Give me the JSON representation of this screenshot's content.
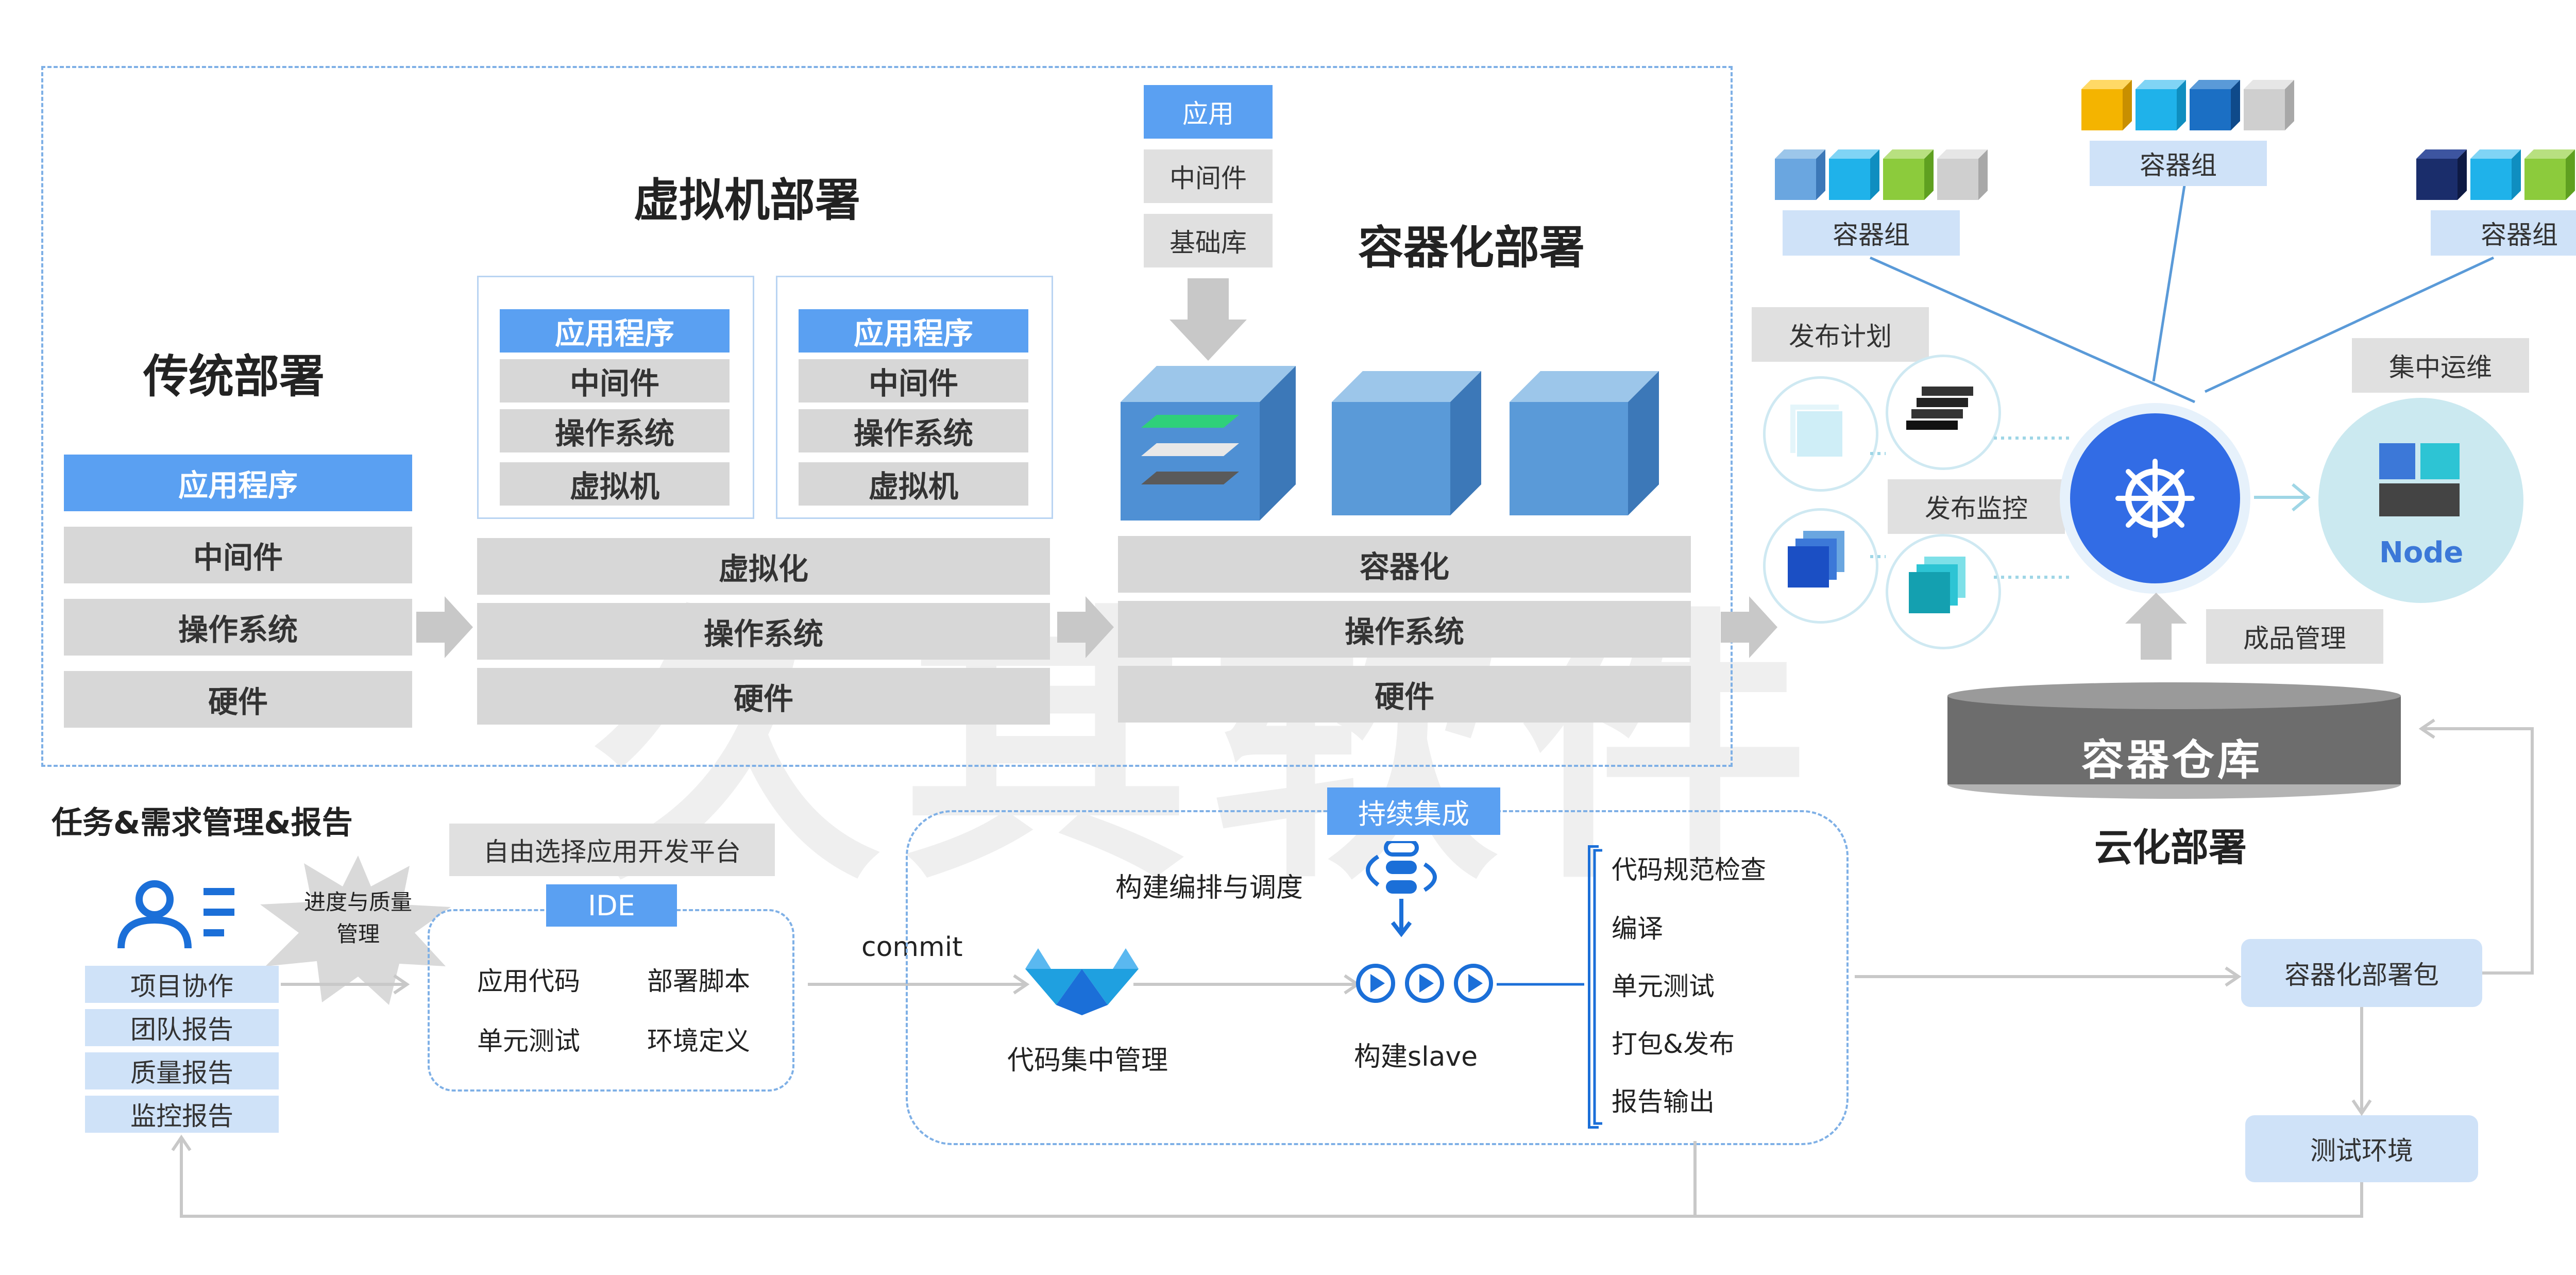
{
  "watermark": "久其软件",
  "traditional": {
    "title": "传统部署",
    "stack": [
      "应用程序",
      "中间件",
      "操作系统",
      "硬件"
    ]
  },
  "vm": {
    "title": "虚拟机部署",
    "guest": [
      "应用程序",
      "中间件",
      "操作系统",
      "虚拟机"
    ],
    "host": [
      "虚拟化",
      "操作系统",
      "硬件"
    ]
  },
  "container": {
    "title": "容器化部署",
    "image_layers": [
      "应用",
      "中间件",
      "基础库"
    ],
    "host": [
      "容器化",
      "操作系统",
      "硬件"
    ]
  },
  "cloud": {
    "title": "云化部署",
    "pod_label": "容器组",
    "release_plan": "发布计划",
    "release_monitor": "发布监控",
    "central_ops": "集中运维",
    "artifact_mgmt": "成品管理",
    "node_label": "Node",
    "registry": "容器仓库"
  },
  "task": {
    "title": "任务&需求管理&报告",
    "badge": "进度与质量管理",
    "items": [
      "项目协作",
      "团队报告",
      "质量报告",
      "监控报告"
    ]
  },
  "ide": {
    "platform": "自由选择应用开发平台",
    "label": "IDE",
    "items": [
      "应用代码",
      "部署脚本",
      "单元测试",
      "环境定义"
    ]
  },
  "ci": {
    "label": "持续集成",
    "commit": "commit",
    "scm": "代码集中管理",
    "orchestration": "构建编排与调度",
    "slave": "构建slave",
    "steps": [
      "代码规范检查",
      "编译",
      "单元测试",
      "打包&发布",
      "报告输出"
    ]
  },
  "deploy": {
    "package": "容器化部署包",
    "test_env": "测试环境"
  },
  "colors": {
    "accent_blue": "#5aa0f2",
    "light_blue": "#cfe2f8",
    "gray_bar": "#d7d7d7",
    "k8s_blue": "#326ce5",
    "dashed_border": "#7fb0e6"
  }
}
